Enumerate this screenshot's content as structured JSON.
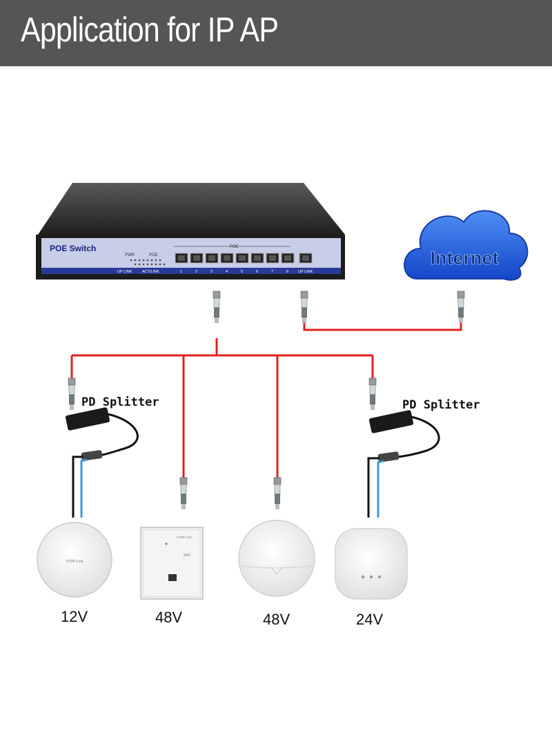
{
  "header": {
    "title": "Application for IP AP"
  },
  "switch": {
    "name": "POE Switch",
    "pwr_label": "PWR",
    "poe_small_label": "POE",
    "poe_label": "POE",
    "uplink_left_label": "UP LINK",
    "actlink_label": "ACT/LINK",
    "uplink_right_label": "UP LINK",
    "port_numbers": [
      "1",
      "2",
      "3",
      "4",
      "5",
      "6",
      "7",
      "8"
    ]
  },
  "cloud": {
    "label": "Internet"
  },
  "splitters": [
    {
      "label": "PD Splitter"
    },
    {
      "label": "PD Splitter"
    }
  ],
  "wall_ap": {
    "brand": "XTDP-Link",
    "wifi_label": "WiFi"
  },
  "ceiling_ap": {
    "brand": "XTDP-Link"
  },
  "devices": [
    {
      "voltage": "12V"
    },
    {
      "voltage": "48V"
    },
    {
      "voltage": "48V"
    },
    {
      "voltage": "24V"
    }
  ],
  "colors": {
    "header_bg": "#555555",
    "cable_red": "#e02020",
    "cable_blue": "#3a9ad9",
    "switch_body": "#2a2a2a",
    "switch_panel": "#c8cde8",
    "cloud": "#2a66e0"
  }
}
